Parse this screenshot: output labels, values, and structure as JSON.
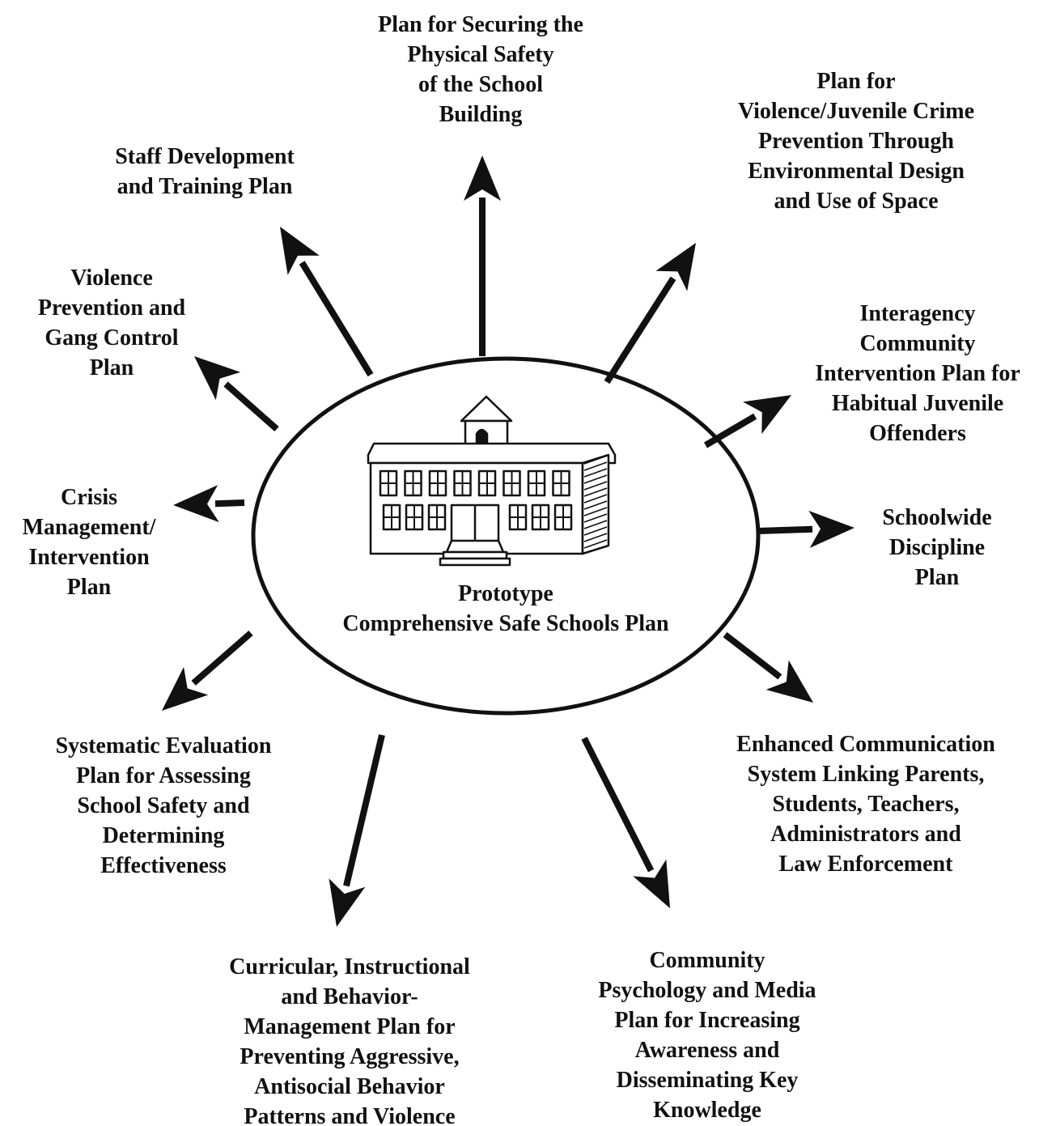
{
  "center": {
    "title_lines": [
      "Prototype",
      "Comprehensive Safe Schools Plan"
    ],
    "icon": "school-building-icon"
  },
  "plans": [
    {
      "id": "physical-safety",
      "lines": [
        "Plan for Securing the",
        "Physical Safety",
        "of the School",
        "Building"
      ]
    },
    {
      "id": "cpted",
      "lines": [
        "Plan for",
        "Violence/Juvenile Crime",
        "Prevention Through",
        "Environmental Design",
        "and Use of Space"
      ]
    },
    {
      "id": "interagency",
      "lines": [
        "Interagency",
        "Community",
        "Intervention Plan for",
        "Habitual Juvenile",
        "Offenders"
      ]
    },
    {
      "id": "discipline",
      "lines": [
        "Schoolwide",
        "Discipline",
        "Plan"
      ]
    },
    {
      "id": "communication",
      "lines": [
        "Enhanced Communication",
        "System Linking Parents,",
        "Students, Teachers,",
        "Administrators and",
        "Law Enforcement"
      ]
    },
    {
      "id": "community-media",
      "lines": [
        "Community",
        "Psychology and Media",
        "Plan for Increasing",
        "Awareness and",
        "Disseminating Key",
        "Knowledge"
      ]
    },
    {
      "id": "curricular",
      "lines": [
        "Curricular, Instructional",
        "and Behavior-",
        "Management Plan for",
        "Preventing Aggressive,",
        "Antisocial Behavior",
        "Patterns and Violence"
      ]
    },
    {
      "id": "evaluation",
      "lines": [
        "Systematic Evaluation",
        "Plan for Assessing",
        "School Safety and",
        "Determining",
        "Effectiveness"
      ]
    },
    {
      "id": "crisis",
      "lines": [
        "Crisis",
        "Management/",
        "Intervention",
        "Plan"
      ]
    },
    {
      "id": "gang-control",
      "lines": [
        "Violence",
        "Prevention and",
        "Gang Control",
        "Plan"
      ]
    },
    {
      "id": "staff-development",
      "lines": [
        "Staff Development",
        "and Training Plan"
      ]
    }
  ]
}
